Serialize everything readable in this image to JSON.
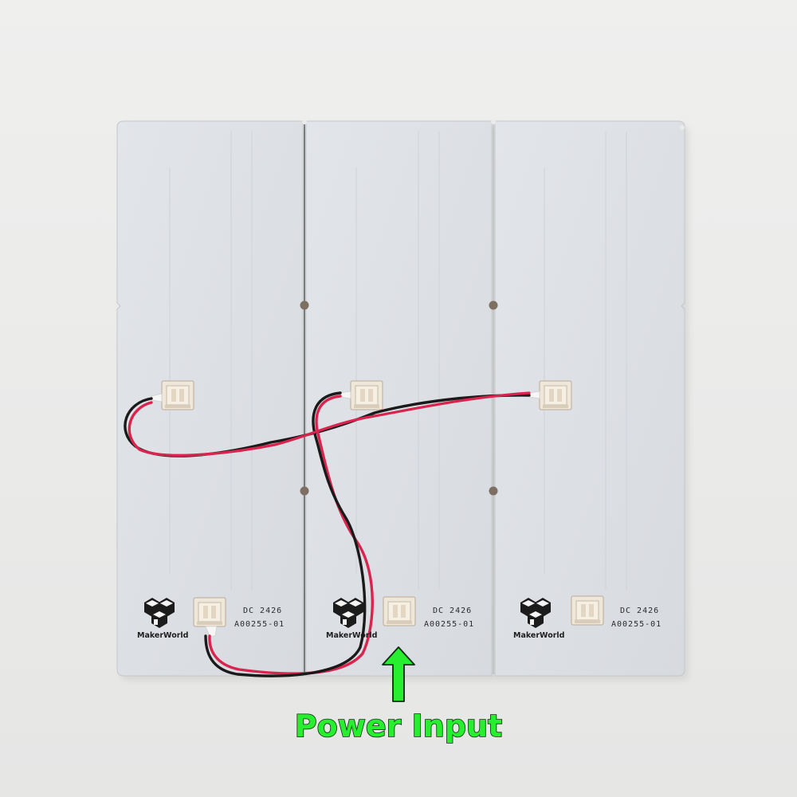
{
  "colors": {
    "background": "#ebebea",
    "board": "#dde0e4",
    "connector": "#efe6d9",
    "wire_red": "#d8244e",
    "wire_black": "#1a1a1a",
    "annotation": "#27ef2f"
  },
  "panels": [
    {
      "brand": "MakerWorld",
      "date_code": "DC 2426",
      "part_number": "A00255-01"
    },
    {
      "brand": "MakerWorld",
      "date_code": "DC 2426",
      "part_number": "A00255-01"
    },
    {
      "brand": "MakerWorld",
      "date_code": "DC 2426",
      "part_number": "A00255-01"
    }
  ],
  "annotation": {
    "label": "Power Input",
    "arrow_icon": "up-arrow-icon"
  }
}
